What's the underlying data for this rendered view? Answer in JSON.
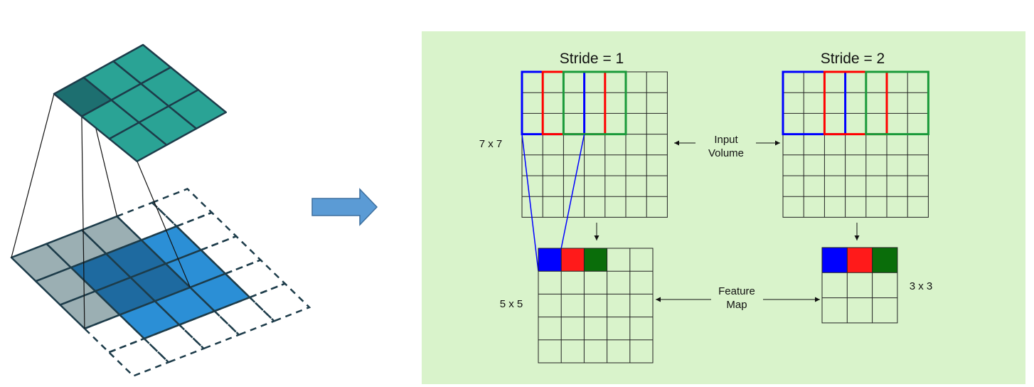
{
  "colors": {
    "panel_bg": "#d9f3cb",
    "arrow_fill": "#5b9bd5",
    "arrow_stroke": "#3d6f9e",
    "output_tile": "#2aa395",
    "output_tile_highlight": "#1d6f70",
    "input_tile_gray": "#9bafb3",
    "input_tile_overlap": "#1e6aa0",
    "input_tile_blue": "#2b8fd6",
    "stroke_dark": "#1d3c4a",
    "stride_blue": "#0000ff",
    "stride_red": "#ff0000",
    "stride_green": "#1a9a3a",
    "map_blue": "#0000ff",
    "map_red": "#ff1a1a",
    "map_green": "#0a6d0a"
  },
  "left_diagram": {
    "output_grid_size": 3,
    "input_grid_size": 5,
    "kernel_size": 3
  },
  "panel": {
    "stride1": {
      "title": "Stride = 1",
      "input_size_label": "7 x 7",
      "output_size_label": "5 x 5",
      "input_grid": 7,
      "output_grid": 5,
      "stride": 1,
      "window": 3
    },
    "stride2": {
      "title": "Stride = 2",
      "output_size_label": "3 x 3",
      "input_grid": 7,
      "output_grid": 3,
      "stride": 2,
      "window": 3
    },
    "input_volume_label": [
      "Input",
      "Volume"
    ],
    "feature_map_label": [
      "Feature",
      "Map"
    ]
  }
}
